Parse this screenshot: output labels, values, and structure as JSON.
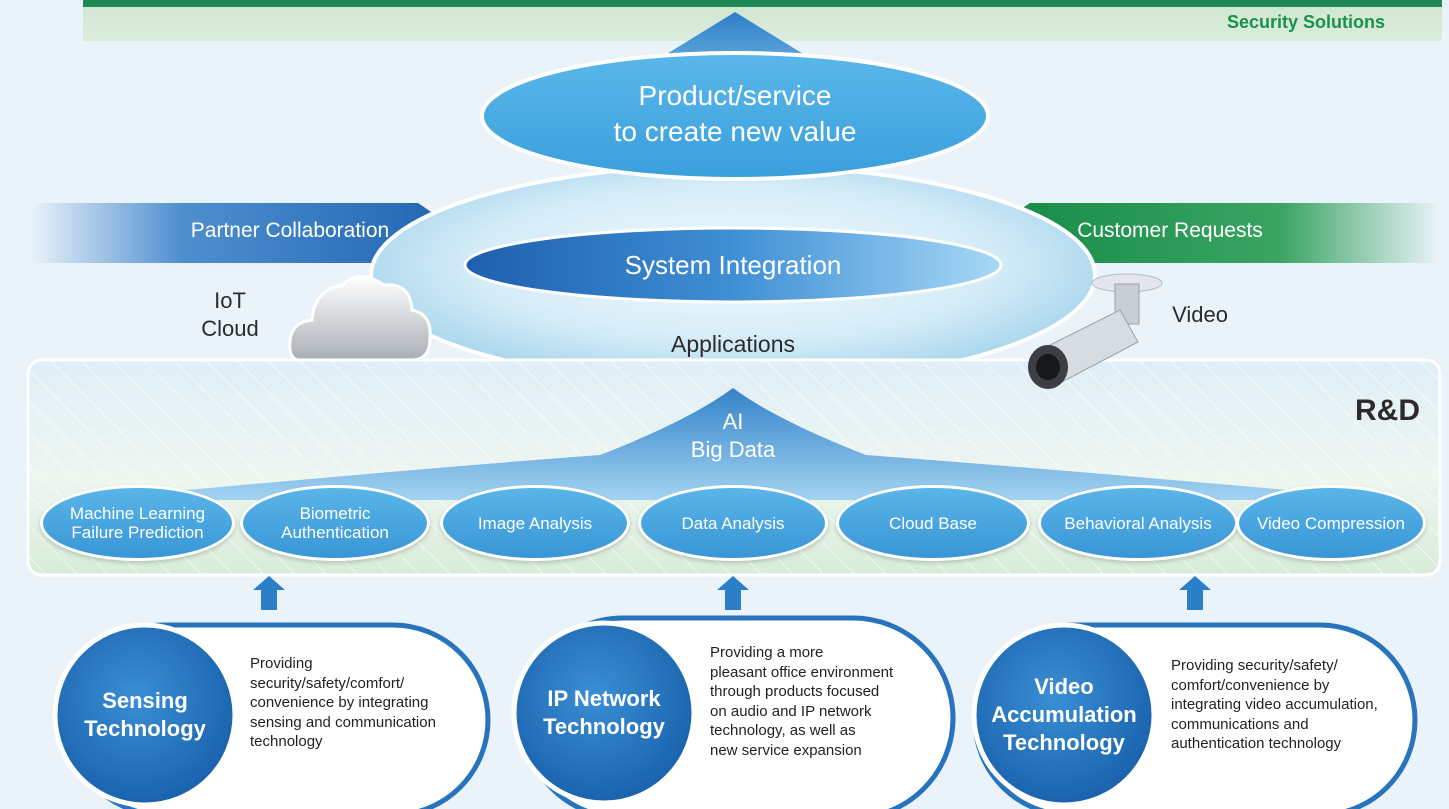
{
  "header": {
    "security_solutions": "Security Solutions"
  },
  "top_goal": {
    "line1": "Product/service",
    "line2": "to create new value"
  },
  "flows": {
    "partner": "Partner Collaboration",
    "customer": "Customer Requests"
  },
  "system_integration": "System Integration",
  "applications": "Applications",
  "iot": {
    "line1": "IoT",
    "line2": "Cloud"
  },
  "video_label": "Video",
  "rnd": {
    "label": "R&D",
    "ai": "AI",
    "big_data": "Big Data"
  },
  "capabilities": [
    {
      "line1": "Machine Learning",
      "line2": "Failure Prediction"
    },
    {
      "line1": "Biometric",
      "line2": "Authentication"
    },
    {
      "line1": "Image Analysis",
      "line2": ""
    },
    {
      "line1": "Data Analysis",
      "line2": ""
    },
    {
      "line1": "Cloud Base",
      "line2": ""
    },
    {
      "line1": "Behavioral Analysis",
      "line2": ""
    },
    {
      "line1": "Video Compression",
      "line2": ""
    }
  ],
  "technologies": [
    {
      "name_lines": [
        "Sensing",
        "Technology",
        ""
      ],
      "desc_lines": [
        "Providing",
        "security/safety/comfort/",
        "convenience by integrating",
        "sensing and communication",
        "technology"
      ]
    },
    {
      "name_lines": [
        "IP Network",
        "Technology",
        ""
      ],
      "desc_lines": [
        "Providing a more",
        "pleasant office environment",
        "through products focused",
        "on audio and IP network",
        "technology, as well as",
        "new service expansion"
      ]
    },
    {
      "name_lines": [
        "Video",
        "Accumulation",
        "Technology"
      ],
      "desc_lines": [
        "Providing security/safety/",
        "comfort/convenience by",
        "integrating video accumulation,",
        "communications and",
        "authentication technology"
      ]
    }
  ],
  "colors": {
    "blue": "#1f6fb8",
    "sky": "#4aa8e0",
    "green": "#17934d"
  }
}
